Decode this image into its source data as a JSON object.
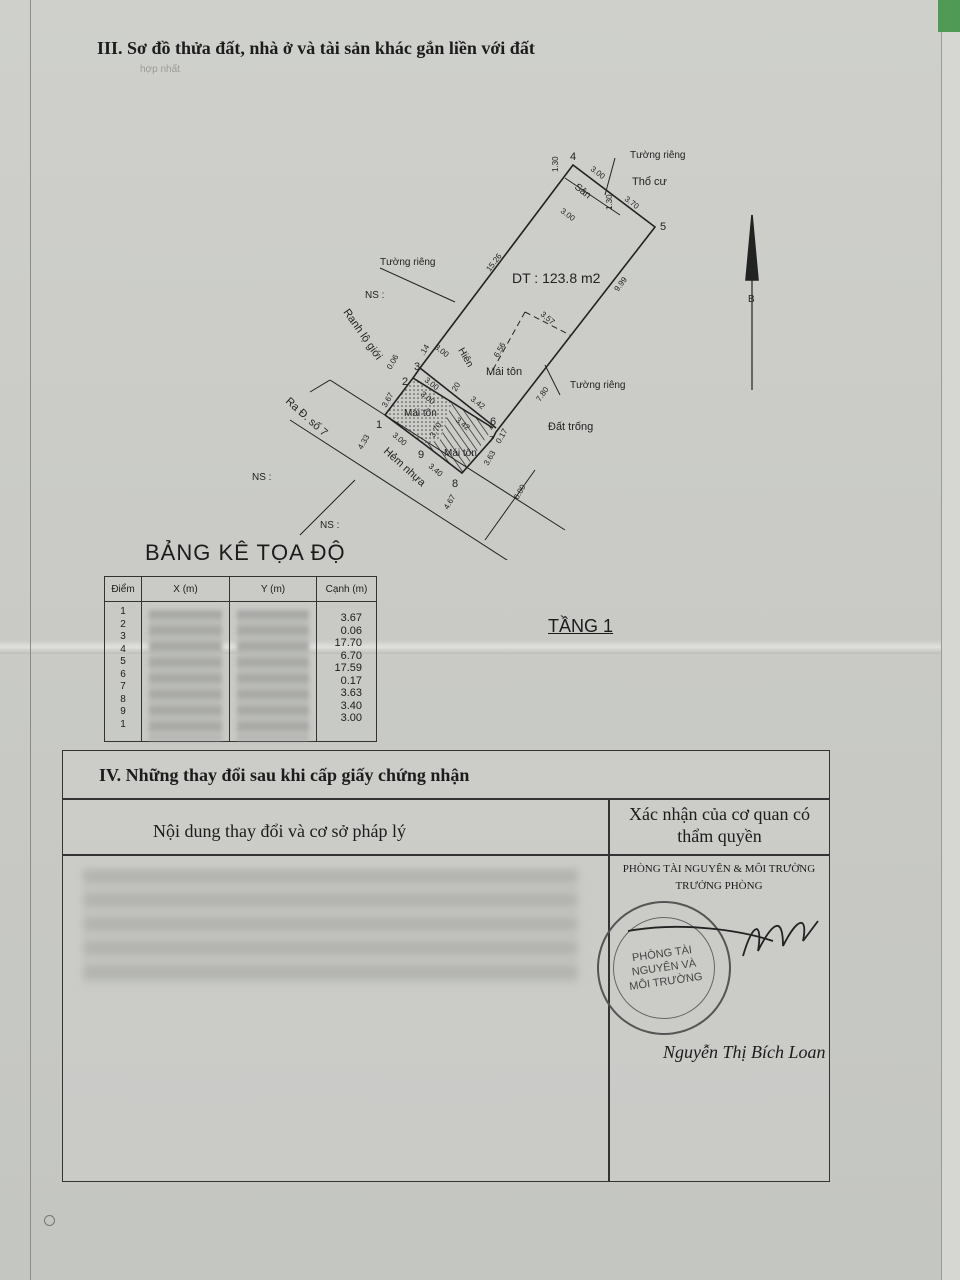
{
  "section3": {
    "title": "III. Sơ đồ thửa đất, nhà ở và tài sản khác gắn liền với đất",
    "ghost_text": "hợp nhất"
  },
  "plan": {
    "area": "DT : 123.8 m2",
    "points": [
      "1",
      "2",
      "3",
      "4",
      "5",
      "6",
      "7",
      "8",
      "9"
    ],
    "labels": {
      "tuong_rieng": "Tường riêng",
      "tho_cu": "Thổ cư",
      "san": "Sân",
      "mai_ton": "Mái tôn",
      "hien": "Hiên",
      "dat_trong": "Đất trống",
      "ranh_lo_gioi": "Ranh lộ giới",
      "ra_duong": "Ra Đ. số 7",
      "hem_nhua": "Hẻm nhựa",
      "ns": "NS :",
      "north": "B"
    },
    "dims": {
      "d430": "3.00",
      "d130a": "1.30",
      "d130b": "1.30",
      "d300san": "3.00",
      "d370": "3.70",
      "d1526": "15.26",
      "d999": "9.99",
      "d357": "3.57",
      "d656": "6.56",
      "d780": "7.80",
      "d367": "3.67",
      "d006": "0.06",
      "d014": ".14",
      "d300a": "3.00",
      "d300b": "3.00",
      "d300c": "3.00",
      "d342a": "3.42",
      "d342b": "3.42",
      "d370b": "3.70",
      "d017": "0.17",
      "d363": "3.63",
      "d340": "3.40",
      "d300d": "3.00",
      "d433": "4.33",
      "d467": "4.67",
      "d600": "6.00",
      "d20": "20"
    }
  },
  "coord_table": {
    "title": "BẢNG KÊ TỌA ĐỘ",
    "headers": [
      "Điểm",
      "X (m)",
      "Y (m)",
      "Cạnh (m)"
    ],
    "points": "1\n2\n3\n4\n5\n6\n7\n8\n9\n1",
    "edges": "3.67\n0.06\n17.70\n6.70\n17.59\n0.17\n3.63\n3.40\n3.00"
  },
  "floor_label": "TẦNG 1",
  "section4": {
    "title": "IV. Những thay đổi sau khi cấp giấy chứng nhận",
    "col_left": "Nội dung thay đổi và cơ sở pháp lý",
    "col_right": "Xác nhận của cơ quan có thẩm quyền",
    "office": "PHÒNG TÀI NGUYÊN & MÔI TRƯỜNG",
    "position": "TRƯỞNG PHÒNG",
    "stamp": "PHÒNG TÀI NGUYÊN VÀ MÔI TRƯỜNG",
    "signer": "Nguyễn Thị Bích Loan"
  }
}
